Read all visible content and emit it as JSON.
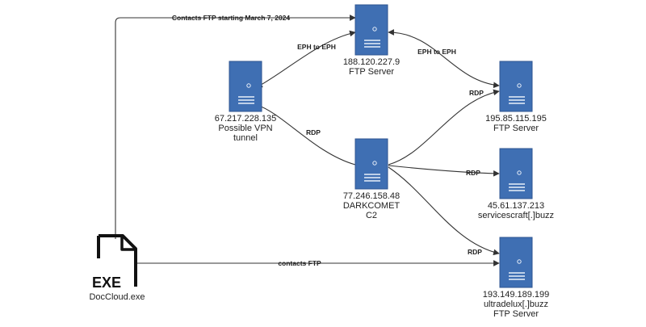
{
  "colors": {
    "server": "#3f6fb3",
    "server_dark": "#2f5590",
    "server_detail": "#e9f0fa",
    "line": "#333333",
    "text": "#222222",
    "exe_icon": "#111111"
  },
  "nodes": {
    "ftp_main": {
      "lines": [
        "188.120.227.9",
        "FTP Server"
      ]
    },
    "vpn": {
      "lines": [
        "67.217.228.135",
        "Possible VPN",
        "tunnel"
      ]
    },
    "ftp_right": {
      "lines": [
        "195.85.115.195",
        "FTP Server"
      ]
    },
    "c2": {
      "lines": [
        "77.246.158.48",
        "DARKCOMET",
        "C2"
      ]
    },
    "services": {
      "lines": [
        "45.61.137.213",
        "servicescraft[.]buzz"
      ]
    },
    "ultradelux": {
      "lines": [
        "193.149.189.199",
        "ultradelux[.]buzz",
        "FTP Server"
      ]
    },
    "exe": {
      "icon_text": "EXE",
      "lines": [
        "DocCloud.exe"
      ]
    }
  },
  "edges": {
    "exe_to_ftp_main": "Contacts FTP starting March 7, 2024",
    "vpn_ftp_main": "EPH to EPH",
    "ftp_main_ftp_right": "EPH to EPH",
    "vpn_c2": "RDP",
    "c2_ftp_right": "RDP",
    "c2_services": "RDP",
    "c2_ultradelux": "RDP",
    "exe_to_ultradelux": "contacts FTP"
  }
}
